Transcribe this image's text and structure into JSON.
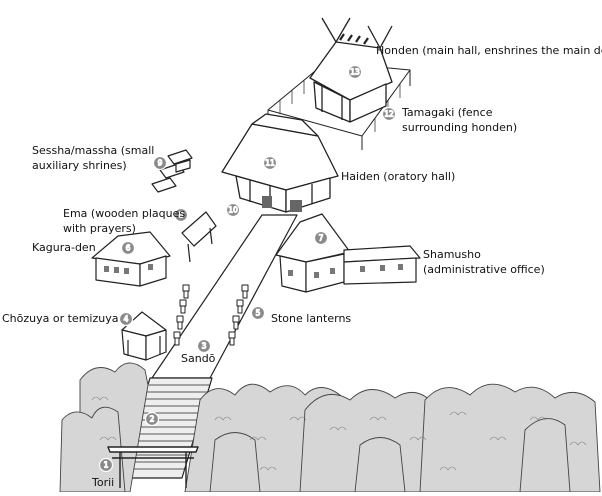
{
  "labels": {
    "honden": "Honden (main hall, enshrines the main deity)",
    "tamagaki_1": "Tamagaki (fence",
    "tamagaki_2": "surrounding honden)",
    "sessha_1": "Sessha/massha (small",
    "sessha_2": "auxiliary shrines)",
    "haiden": "Haiden (oratory hall)",
    "ema_1": "Ema (wooden plaques",
    "ema_2": "with prayers)",
    "kagura": "Kagura-den",
    "shamusho_1": "Shamusho",
    "shamusho_2": "(administrative office)",
    "chozuya": "Chōzuya or temizuya",
    "stone_lanterns": "Stone lanterns",
    "sando": "Sandō",
    "torii": "Torii"
  },
  "markers": [
    "1",
    "2",
    "3",
    "4",
    "5",
    "6",
    "7",
    "8",
    "9",
    "10",
    "11",
    "12",
    "13"
  ],
  "colors": {
    "marker": "#888888",
    "ink": "#222222",
    "tree": "#bdbdbd"
  }
}
